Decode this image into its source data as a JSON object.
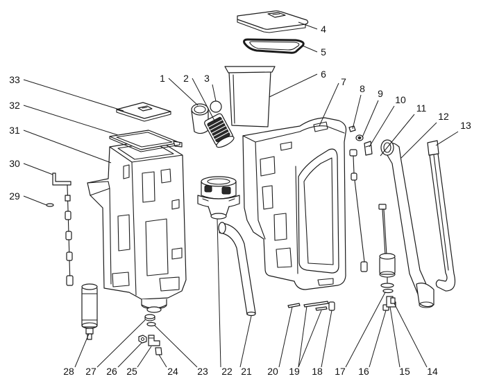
{
  "labels": {
    "p1": "1",
    "p2": "2",
    "p3": "3",
    "p4": "4",
    "p5": "5",
    "p6": "6",
    "p7": "7",
    "p8": "8",
    "p9": "9",
    "p10": "10",
    "p11": "11",
    "p12": "12",
    "p13": "13",
    "p14": "14",
    "p15": "15",
    "p16": "16",
    "p17": "17",
    "p18": "18",
    "p19": "19",
    "p20": "20",
    "p21": "21",
    "p22": "22",
    "p23": "23",
    "p24": "24",
    "p25": "25",
    "p26": "26",
    "p27": "27",
    "p28": "28",
    "p29": "29",
    "p30": "30",
    "p31": "31",
    "p32": "32",
    "p33": "33"
  }
}
